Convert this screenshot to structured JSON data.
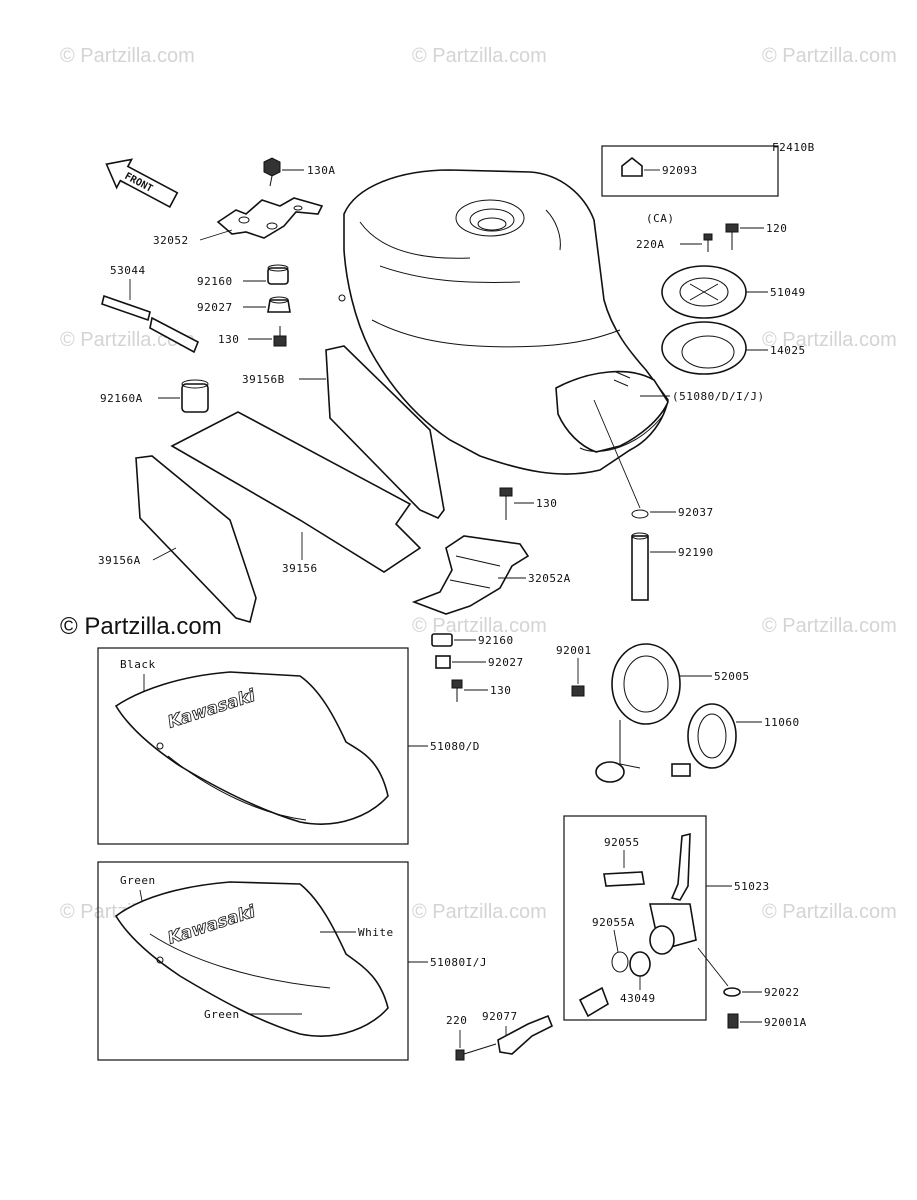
{
  "diagram_code": "F2410B",
  "front_label": "FRONT",
  "watermark_text": "© Partzilla.com",
  "logo_text": "Kawasaki",
  "variant_ca_label": "(CA)",
  "colors": {
    "ink": "#111111",
    "watermark": "#d4d4d4",
    "background": "#ffffff"
  },
  "parts": {
    "p130A": "130A",
    "p32052": "32052",
    "p53044": "53044",
    "p92160": "92160",
    "p92027": "92027",
    "p130": "130",
    "p92160A": "92160A",
    "p39156B": "39156B",
    "p39156A": "39156A",
    "p39156": "39156",
    "p92093": "92093",
    "p220A": "220A",
    "p120": "120",
    "p51049": "51049",
    "p14025": "14025",
    "p51080DIJ": "(51080/D/I/J)",
    "p92037": "92037",
    "p92190": "92190",
    "p130b": "130",
    "p32052A": "32052A",
    "p92160b": "92160",
    "p92027b": "92027",
    "p130c": "130",
    "p92001": "92001",
    "p52005": "52005",
    "p11060": "11060",
    "p51080D": "51080/D",
    "p51080IJ": "51080I/J",
    "p51023": "51023",
    "p92055": "92055",
    "p92055A": "92055A",
    "p43049": "43049",
    "p92022": "92022",
    "p92001A": "92001A",
    "p92077": "92077",
    "p220": "220"
  },
  "color_callouts": {
    "black": "Black",
    "green_top": "Green",
    "white": "White",
    "green_bottom": "Green"
  }
}
